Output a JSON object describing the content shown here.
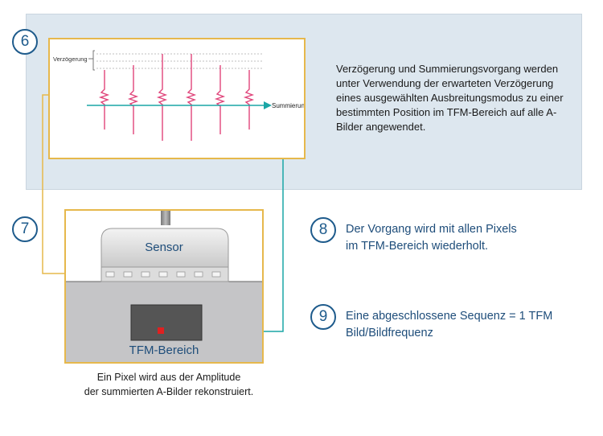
{
  "step6": {
    "number": "6",
    "delay_label": "Verzögerung",
    "summation_label": "Summierung",
    "description": "Verzögerung und Summierungsvorgang werden unter Verwendung der erwarteten Verzögerung eines ausgewählten Ausbreitungsmodus zu einer bestimmten Position im TFM-Bereich auf alle A-Bilder angewendet."
  },
  "step7": {
    "number": "7",
    "sensor_label": "Sensor",
    "region_label": "TFM-Bereich",
    "caption_line1": "Ein Pixel wird aus der Amplitude",
    "caption_line2": "der summierten A-Bilder rekonstruiert."
  },
  "step8": {
    "number": "8",
    "line1": "Der Vorgang wird mit allen Pixels",
    "line2": "im TFM-Bereich wiederholt."
  },
  "step9": {
    "number": "9",
    "line1": "Eine abgeschlossene Sequenz = 1 TFM",
    "line2": "Bild/Bildfrequenz"
  },
  "colors": {
    "accent_blue": "#1e5b8c",
    "frame_gold": "#e6b84c",
    "signal_pink": "#e0457b",
    "teal_arrow": "#1aa6a6",
    "pixel_red": "#e02020"
  }
}
